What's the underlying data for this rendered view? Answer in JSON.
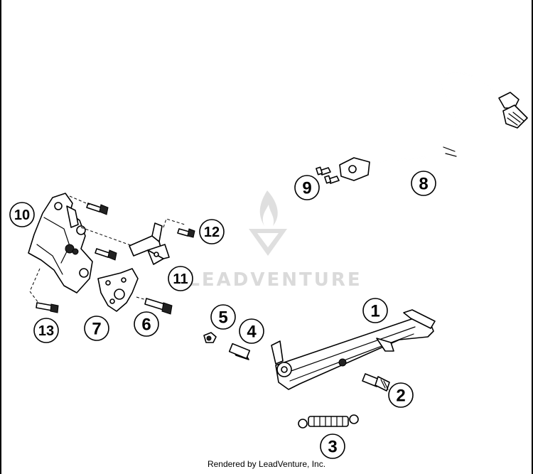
{
  "callouts": {
    "c1": "1",
    "c2": "2",
    "c3": "3",
    "c4": "4",
    "c5": "5",
    "c6": "6",
    "c7": "7",
    "c8": "8",
    "c9": "9",
    "c10": "10",
    "c11": "11",
    "c12": "12",
    "c13": "13"
  },
  "watermark": {
    "brand": "LEADVENTURE"
  },
  "footer": {
    "credit": "Rendered by LeadVenture, Inc."
  }
}
